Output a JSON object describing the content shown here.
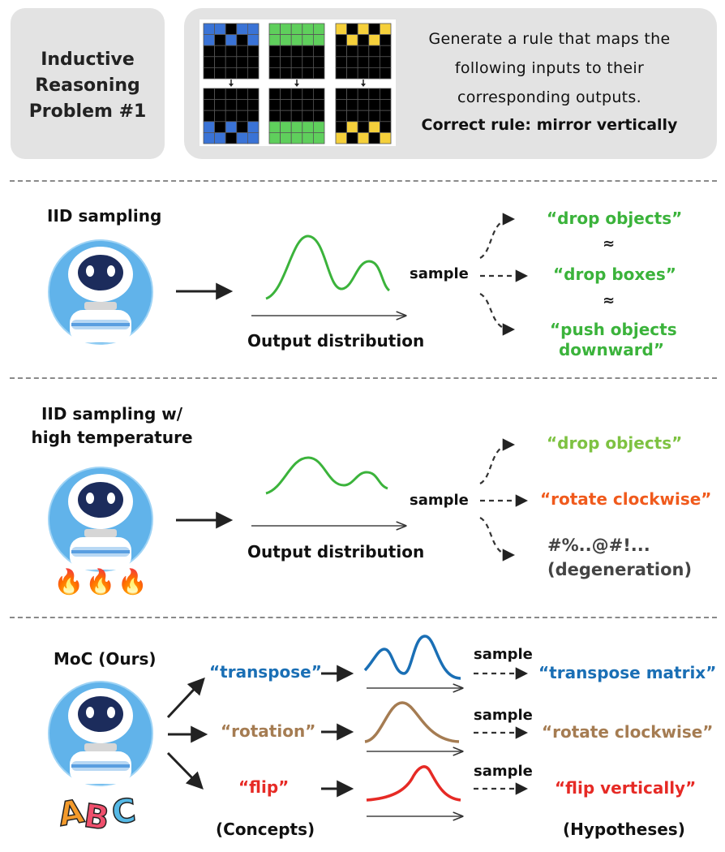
{
  "problem": {
    "title_lines": [
      "Inductive",
      "Reasoning",
      "Problem #1"
    ],
    "prompt_lines": [
      "Generate a rule that maps the",
      "following inputs to their",
      "corresponding outputs."
    ],
    "correct_rule": "Correct rule: mirror vertically",
    "grid_colors": {
      "blue": "#3a73d6",
      "green": "#5fcf5c",
      "yellow": "#f5d03b",
      "black": "#000000"
    }
  },
  "iid": {
    "title": "IID sampling",
    "distribution_label": "Output distribution",
    "sample_label": "sample",
    "outputs": [
      "“drop objects”",
      "“drop boxes”",
      "“push objects",
      "downward”"
    ],
    "approx": "≈",
    "curve_color": "#3bb33b"
  },
  "hightemp": {
    "title_lines": [
      "IID sampling w/",
      "high temperature"
    ],
    "distribution_label": "Output distribution",
    "sample_label": "sample",
    "outputs": [
      "“drop objects”",
      "“rotate clockwise”",
      "#%..@#!...",
      "(degeneration)"
    ],
    "fire_icons": "🔥🔥🔥",
    "curve_color": "#3bb33b"
  },
  "moc": {
    "title": "MoC (Ours)",
    "concepts": [
      "“transpose”",
      "“rotation”",
      "“flip”"
    ],
    "concepts_label": "(Concepts)",
    "sample_label": "sample",
    "hypotheses": [
      "“transpose matrix”",
      "“rotate clockwise”",
      "“flip vertically”"
    ],
    "hypotheses_label": "(Hypotheses)",
    "abc_letters": [
      "A",
      "B",
      "C"
    ],
    "colors": {
      "transpose": "#1a6fb5",
      "rotation": "#a57c52",
      "flip": "#e62a25"
    }
  }
}
